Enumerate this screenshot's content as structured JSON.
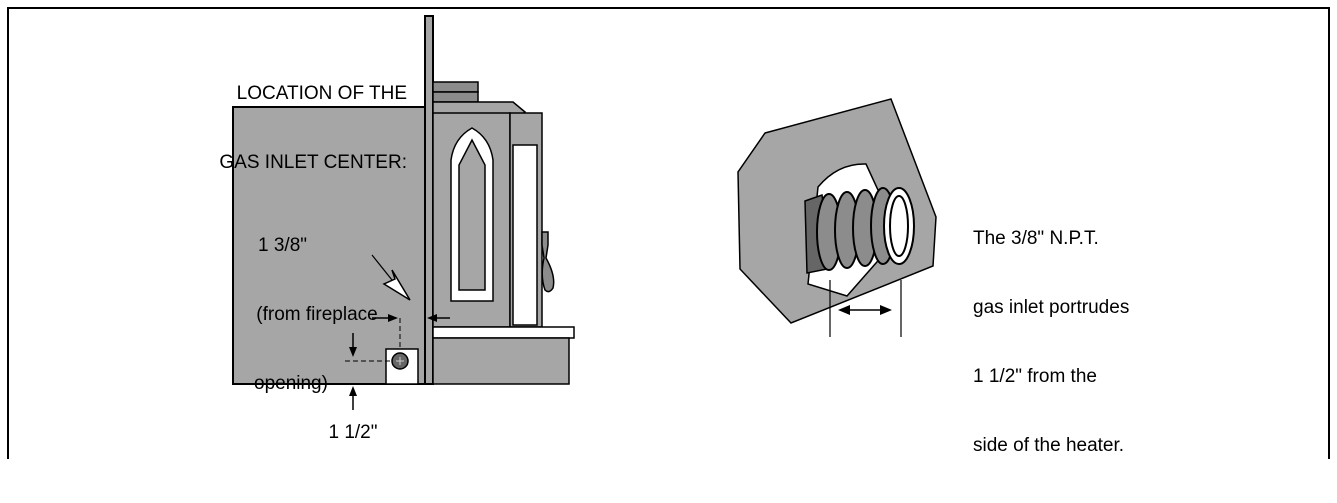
{
  "left_figure": {
    "location_label": [
      "LOCATION OF THE",
      "GAS INLET CENTER:"
    ],
    "offset_label": [
      "1 3/8\"",
      " (from fireplace",
      "opening)"
    ],
    "height_label": "1 1/2\""
  },
  "right_figure": {
    "note_lines": [
      "The 3/8\" N.P.T.",
      "gas inlet portrudes",
      "1 1/2\" from the",
      "side of the heater."
    ]
  },
  "colors": {
    "dark_gray": "#8c8c8c",
    "mid_gray": "#a6a6a6",
    "light_gray": "#c4c4c4",
    "outline": "#000000"
  }
}
